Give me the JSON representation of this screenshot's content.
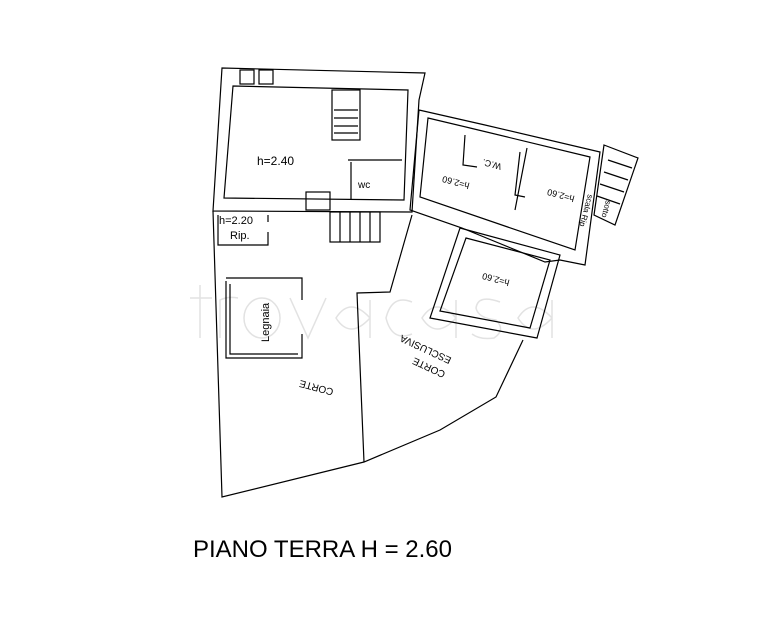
{
  "plan": {
    "title": "PIANO TERRA H = 2.60",
    "watermark": "trovacasa",
    "colors": {
      "lines": "#000000",
      "watermark": "#e6e6e6"
    },
    "labels": {
      "room_main": "h=2.40",
      "wc": "wc",
      "rip_height": "h=2.20",
      "rip": "Rip.",
      "legnaia": "Legnaia",
      "corte": "CORTE",
      "corte_esclusiva_1": "CORTE",
      "corte_esclusiva_2": "ESCLUSIVA",
      "room_right_1": "h=2.60",
      "wc_right": "W.C.",
      "room_right_2": "h=2.60",
      "room_right_3": "h=2.60",
      "sottoscala_1": "sotto",
      "sottoscala_2": "scala Rip"
    }
  }
}
